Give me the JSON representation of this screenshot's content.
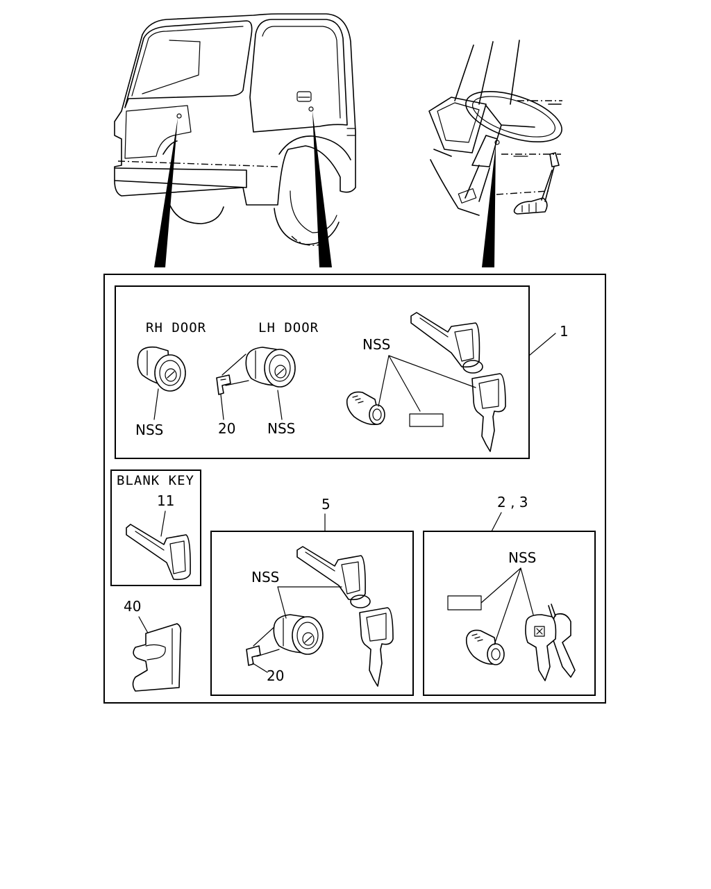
{
  "labels": {
    "rh_door": "RH DOOR",
    "lh_door": "LH DOOR",
    "blank_key": "BLANK KEY",
    "nss": "NSS",
    "callout_1": "1",
    "callout_2_3": "2 , 3",
    "callout_5": "5",
    "callout_11": "11",
    "callout_20": "20",
    "callout_40": "40"
  }
}
